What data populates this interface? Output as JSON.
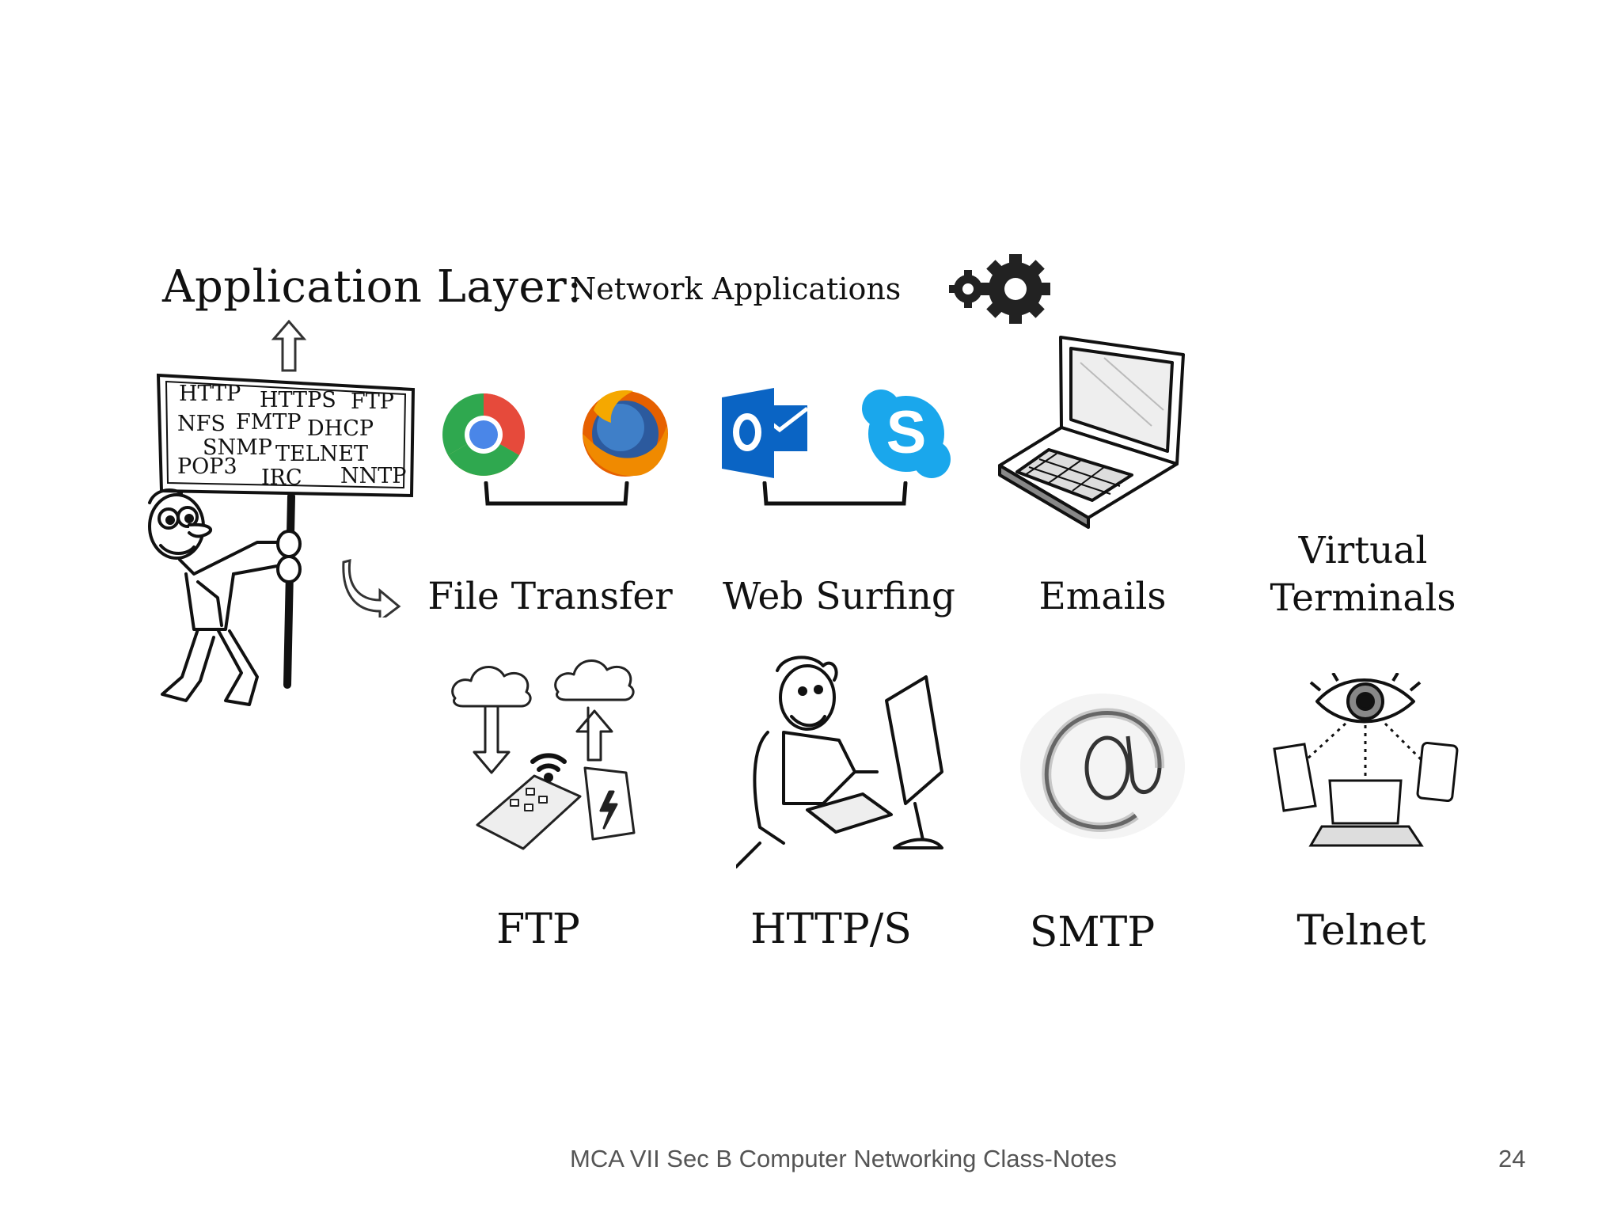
{
  "slide": {
    "title": "Application Layer:",
    "subtitle": "Network Applications",
    "sign_protocols": [
      "HTTP",
      "HTTPS",
      "FTP",
      "NFS",
      "FMTP",
      "DHCP",
      "SNMP",
      "TELNET",
      "POP3",
      "IRC",
      "NNTP"
    ],
    "categories": [
      {
        "label": "File Transfer",
        "protocol": "FTP"
      },
      {
        "label": "Web Surfing",
        "protocol": "HTTP/S"
      },
      {
        "label": "Emails",
        "protocol": "SMTP"
      },
      {
        "label_line1": "Virtual",
        "label_line2": "Terminals",
        "protocol": "Telnet"
      }
    ],
    "footer": "MCA VII Sec B Computer Networking Class-Notes",
    "page_number": "24"
  },
  "icons": [
    "gear-icon",
    "chrome-icon",
    "firefox-icon",
    "outlook-icon",
    "skype-icon",
    "laptop-icon",
    "cloud-transfer-icon",
    "web-surfer-icon",
    "at-sign-icon",
    "eye-devices-icon",
    "sign-holder-figure"
  ]
}
